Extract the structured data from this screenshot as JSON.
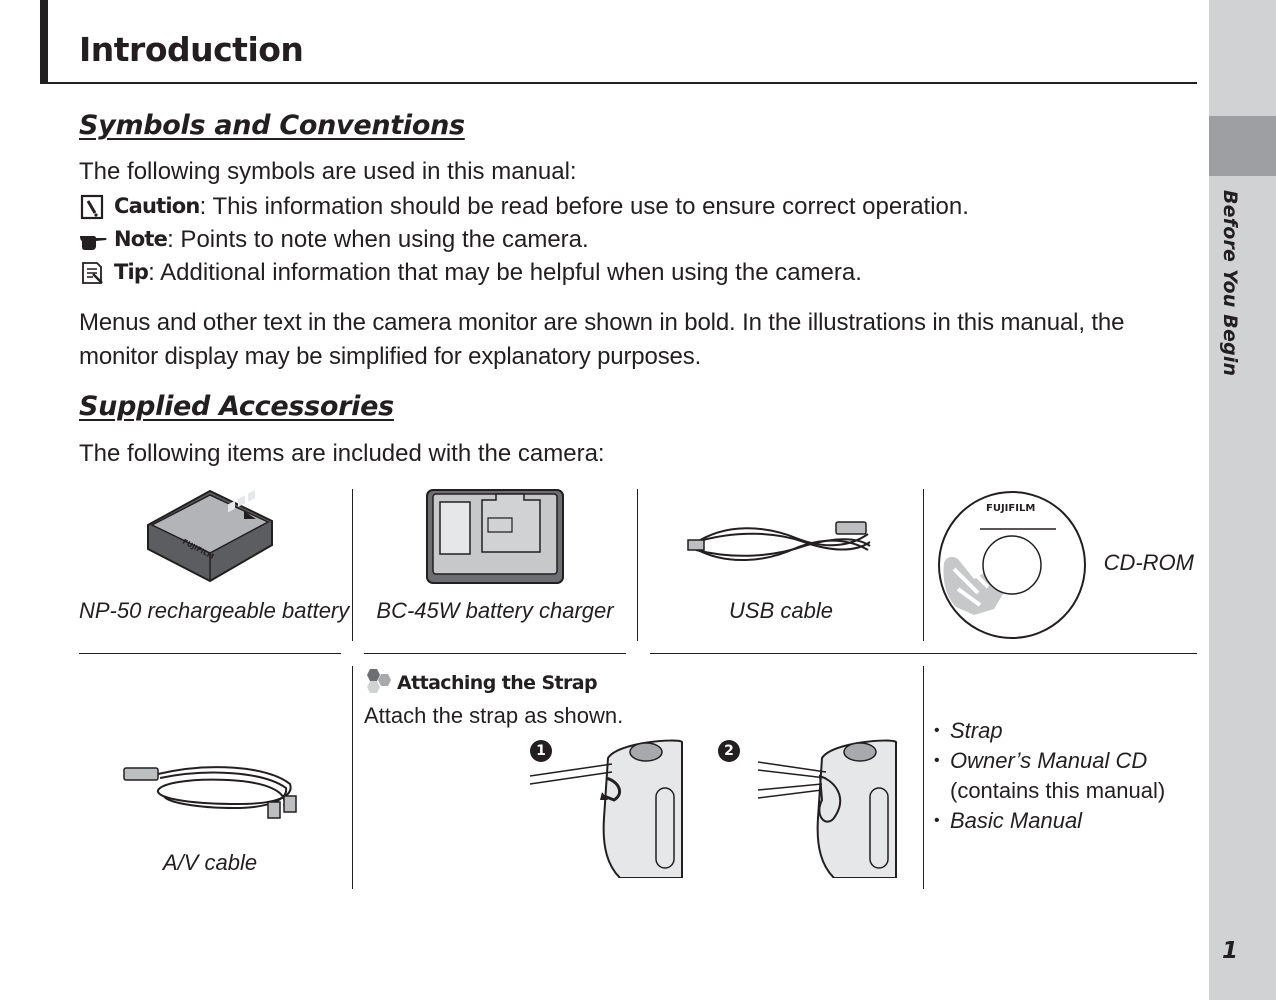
{
  "header": {
    "title": "Introduction"
  },
  "side_tab": {
    "label": "Before You Begin"
  },
  "page_number": "1",
  "symbols": {
    "heading": "Symbols and Conventions",
    "intro": "The following symbols are used in this manual:",
    "items": [
      {
        "icon": "caution-icon",
        "term": "Caution",
        "text": ": This information should be read before use to ensure correct operation."
      },
      {
        "icon": "pointing-hand-icon",
        "term": "Note",
        "text": ": Points to note when using the camera."
      },
      {
        "icon": "tip-icon",
        "term": "Tip",
        "text": ": Additional information that may be helpful when using the camera."
      }
    ],
    "paragraph": "Menus and other text in the camera monitor are shown in bold. In the illustrations in this manual, the monitor display may be simplified for explanatory purposes."
  },
  "accessories": {
    "heading": "Supplied Accessories",
    "intro": "The following items are included with the camera:",
    "items": [
      {
        "label": "NP-50 rechargeable battery"
      },
      {
        "label": "BC-45W battery charger"
      },
      {
        "label": "USB cable"
      },
      {
        "label": "CD-ROM",
        "disc_brand": "FUJIFILM"
      },
      {
        "label": "A/V cable"
      }
    ],
    "battery_brand": "FUJIFILM",
    "strap": {
      "title": "Attaching the Strap",
      "text": "Attach the strap as shown.",
      "steps": [
        "1",
        "2"
      ]
    },
    "list": [
      {
        "text": "Strap",
        "note": ""
      },
      {
        "text": "Owner’s Manual CD",
        "note": "(contains this manual)"
      },
      {
        "text": "Basic Manual",
        "note": ""
      }
    ]
  }
}
